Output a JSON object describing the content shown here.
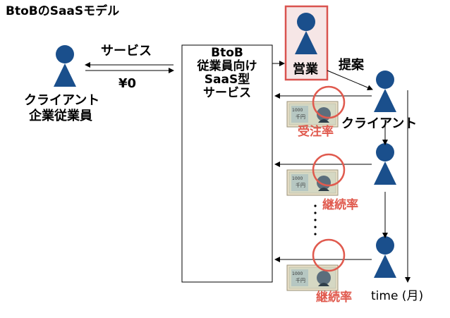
{
  "title": "BtoBのSaaSモデル",
  "left_client": {
    "lines": [
      "クライアント",
      "企業従業員"
    ]
  },
  "arrow_labels": {
    "service": "サービス",
    "price": "¥0"
  },
  "center_box": {
    "lines": [
      "BtoB",
      "従業員向け",
      "SaaS型",
      "サービス"
    ]
  },
  "sales": {
    "label": "営業"
  },
  "proposal": {
    "label": "提案"
  },
  "right_client": {
    "label": "クライアント"
  },
  "rates": {
    "order_rate": "受注率",
    "renewal_rate_1": "継続率",
    "renewal_rate_2": "継続率"
  },
  "time_axis": {
    "label": "time (月)"
  },
  "colors": {
    "person_fill": "#1a4f8c",
    "highlight_red": "#e05a4e",
    "box_stroke": "#000000",
    "highlight_box_fill": "#f6e6e6",
    "highlight_box_stroke": "#d9534f"
  },
  "icons": [
    "person-icon",
    "banknote-icon",
    "circle-highlight-icon",
    "arrow-icon"
  ]
}
